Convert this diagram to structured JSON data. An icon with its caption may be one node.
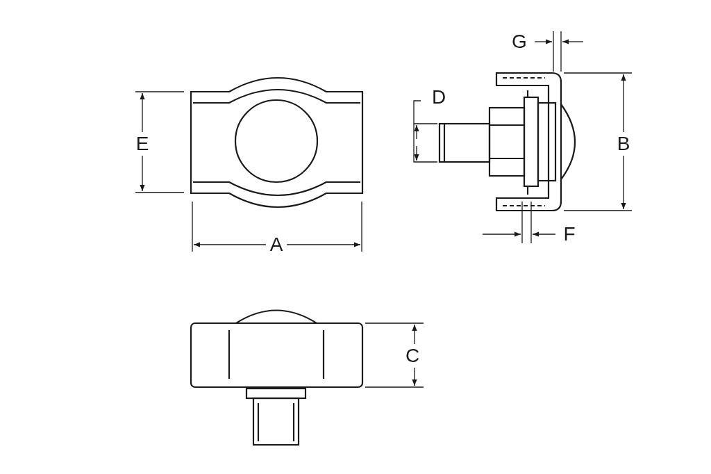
{
  "diagram": {
    "labels": [
      "G",
      "D",
      "E",
      "B",
      "F",
      "A",
      "C"
    ]
  }
}
